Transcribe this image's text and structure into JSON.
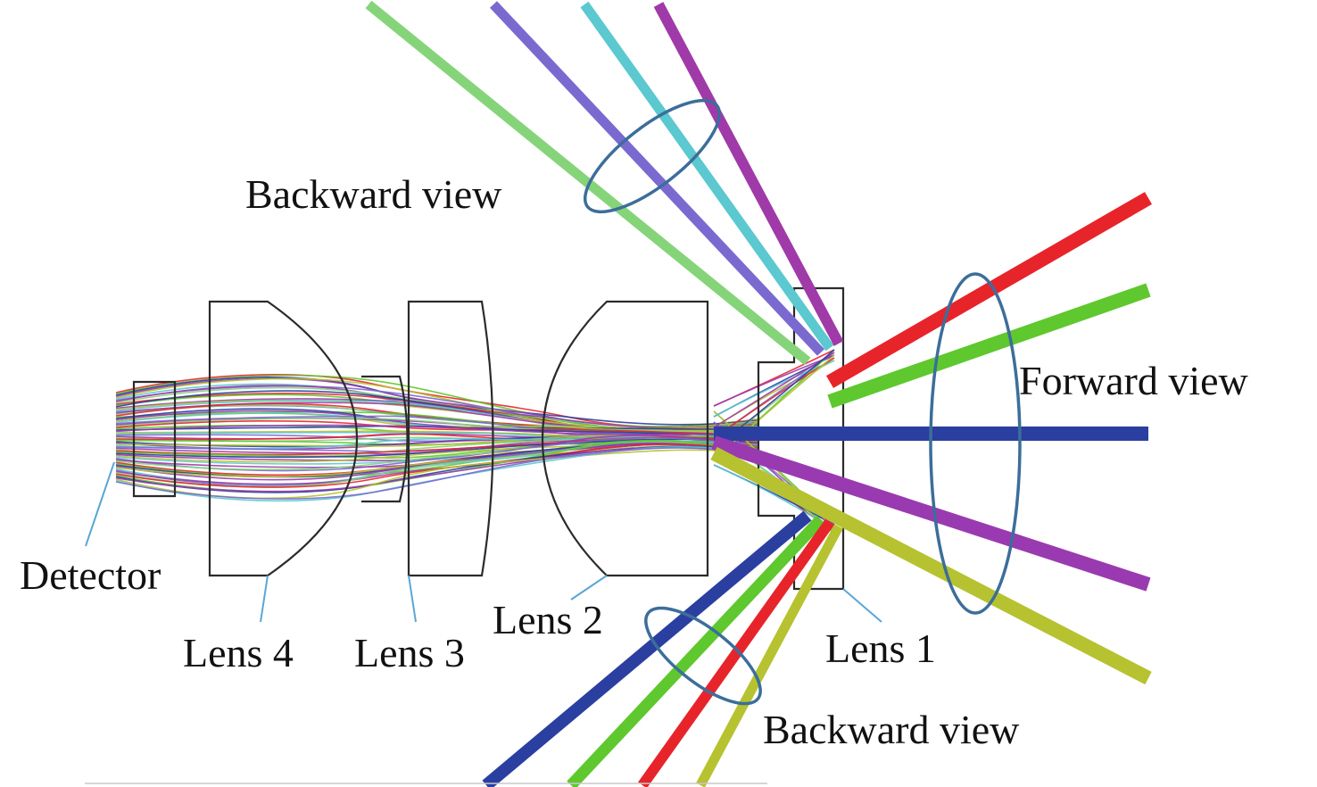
{
  "labels": {
    "backward_top": "Backward view",
    "forward": "Forward view",
    "backward_bottom": "Backward view",
    "detector": "Detector",
    "lens1": "Lens 1",
    "lens2": "Lens 2",
    "lens3": "Lens 3",
    "lens4": "Lens 4"
  },
  "colors": {
    "red": "#e8242b",
    "green": "#5ec82e",
    "blue": "#2a3fa0",
    "purple": "#9a3ab0",
    "olive": "#b6c230",
    "light_green": "#86d47a",
    "violet": "#7a6ad0",
    "cyan": "#5cc8d0",
    "magenta": "#a03aa8",
    "lens_outline": "#2b2b2b",
    "ellipse": "#3c6e9a",
    "leader": "#5aa6d6"
  }
}
